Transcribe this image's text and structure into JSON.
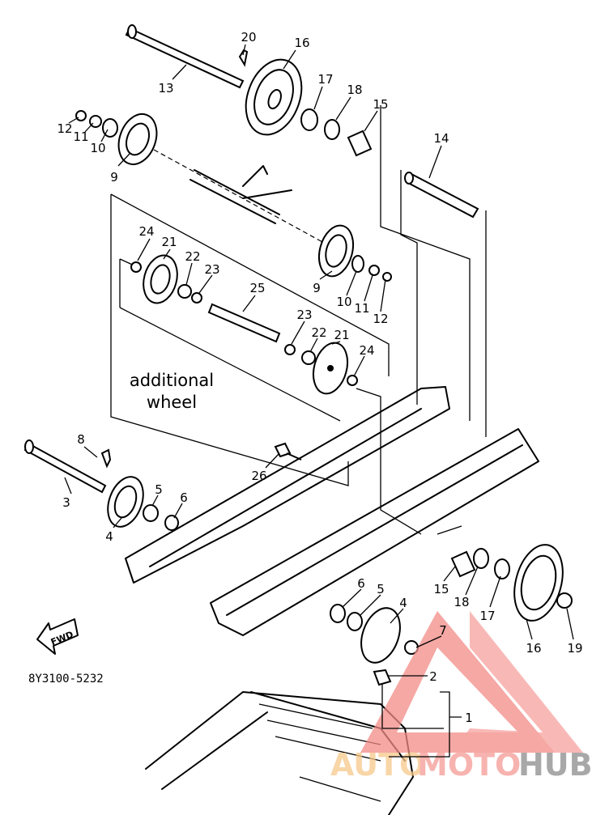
{
  "diagram": {
    "callouts": [
      "20",
      "16",
      "13",
      "17",
      "18",
      "15",
      "12",
      "11",
      "10",
      "9",
      "14",
      "24",
      "21",
      "22",
      "23",
      "25",
      "9",
      "10",
      "11",
      "12",
      "23",
      "22",
      "21",
      "24",
      "8",
      "26",
      "3",
      "5",
      "6",
      "4",
      "6",
      "5",
      "4",
      "15",
      "18",
      "17",
      "7",
      "16",
      "19",
      "2",
      "1"
    ],
    "additional_wheel_label": [
      "additional",
      "wheel"
    ],
    "fwd_label": "FWD",
    "part_number": "8Y3100-5232"
  },
  "watermark": {
    "words": [
      "AUTO",
      "MOTO",
      "HUB"
    ],
    "colors": {
      "auto": "#f7c98a",
      "moto": "#f59a95",
      "hub": "#8c8c8c",
      "triangle": "#f28b86"
    }
  }
}
